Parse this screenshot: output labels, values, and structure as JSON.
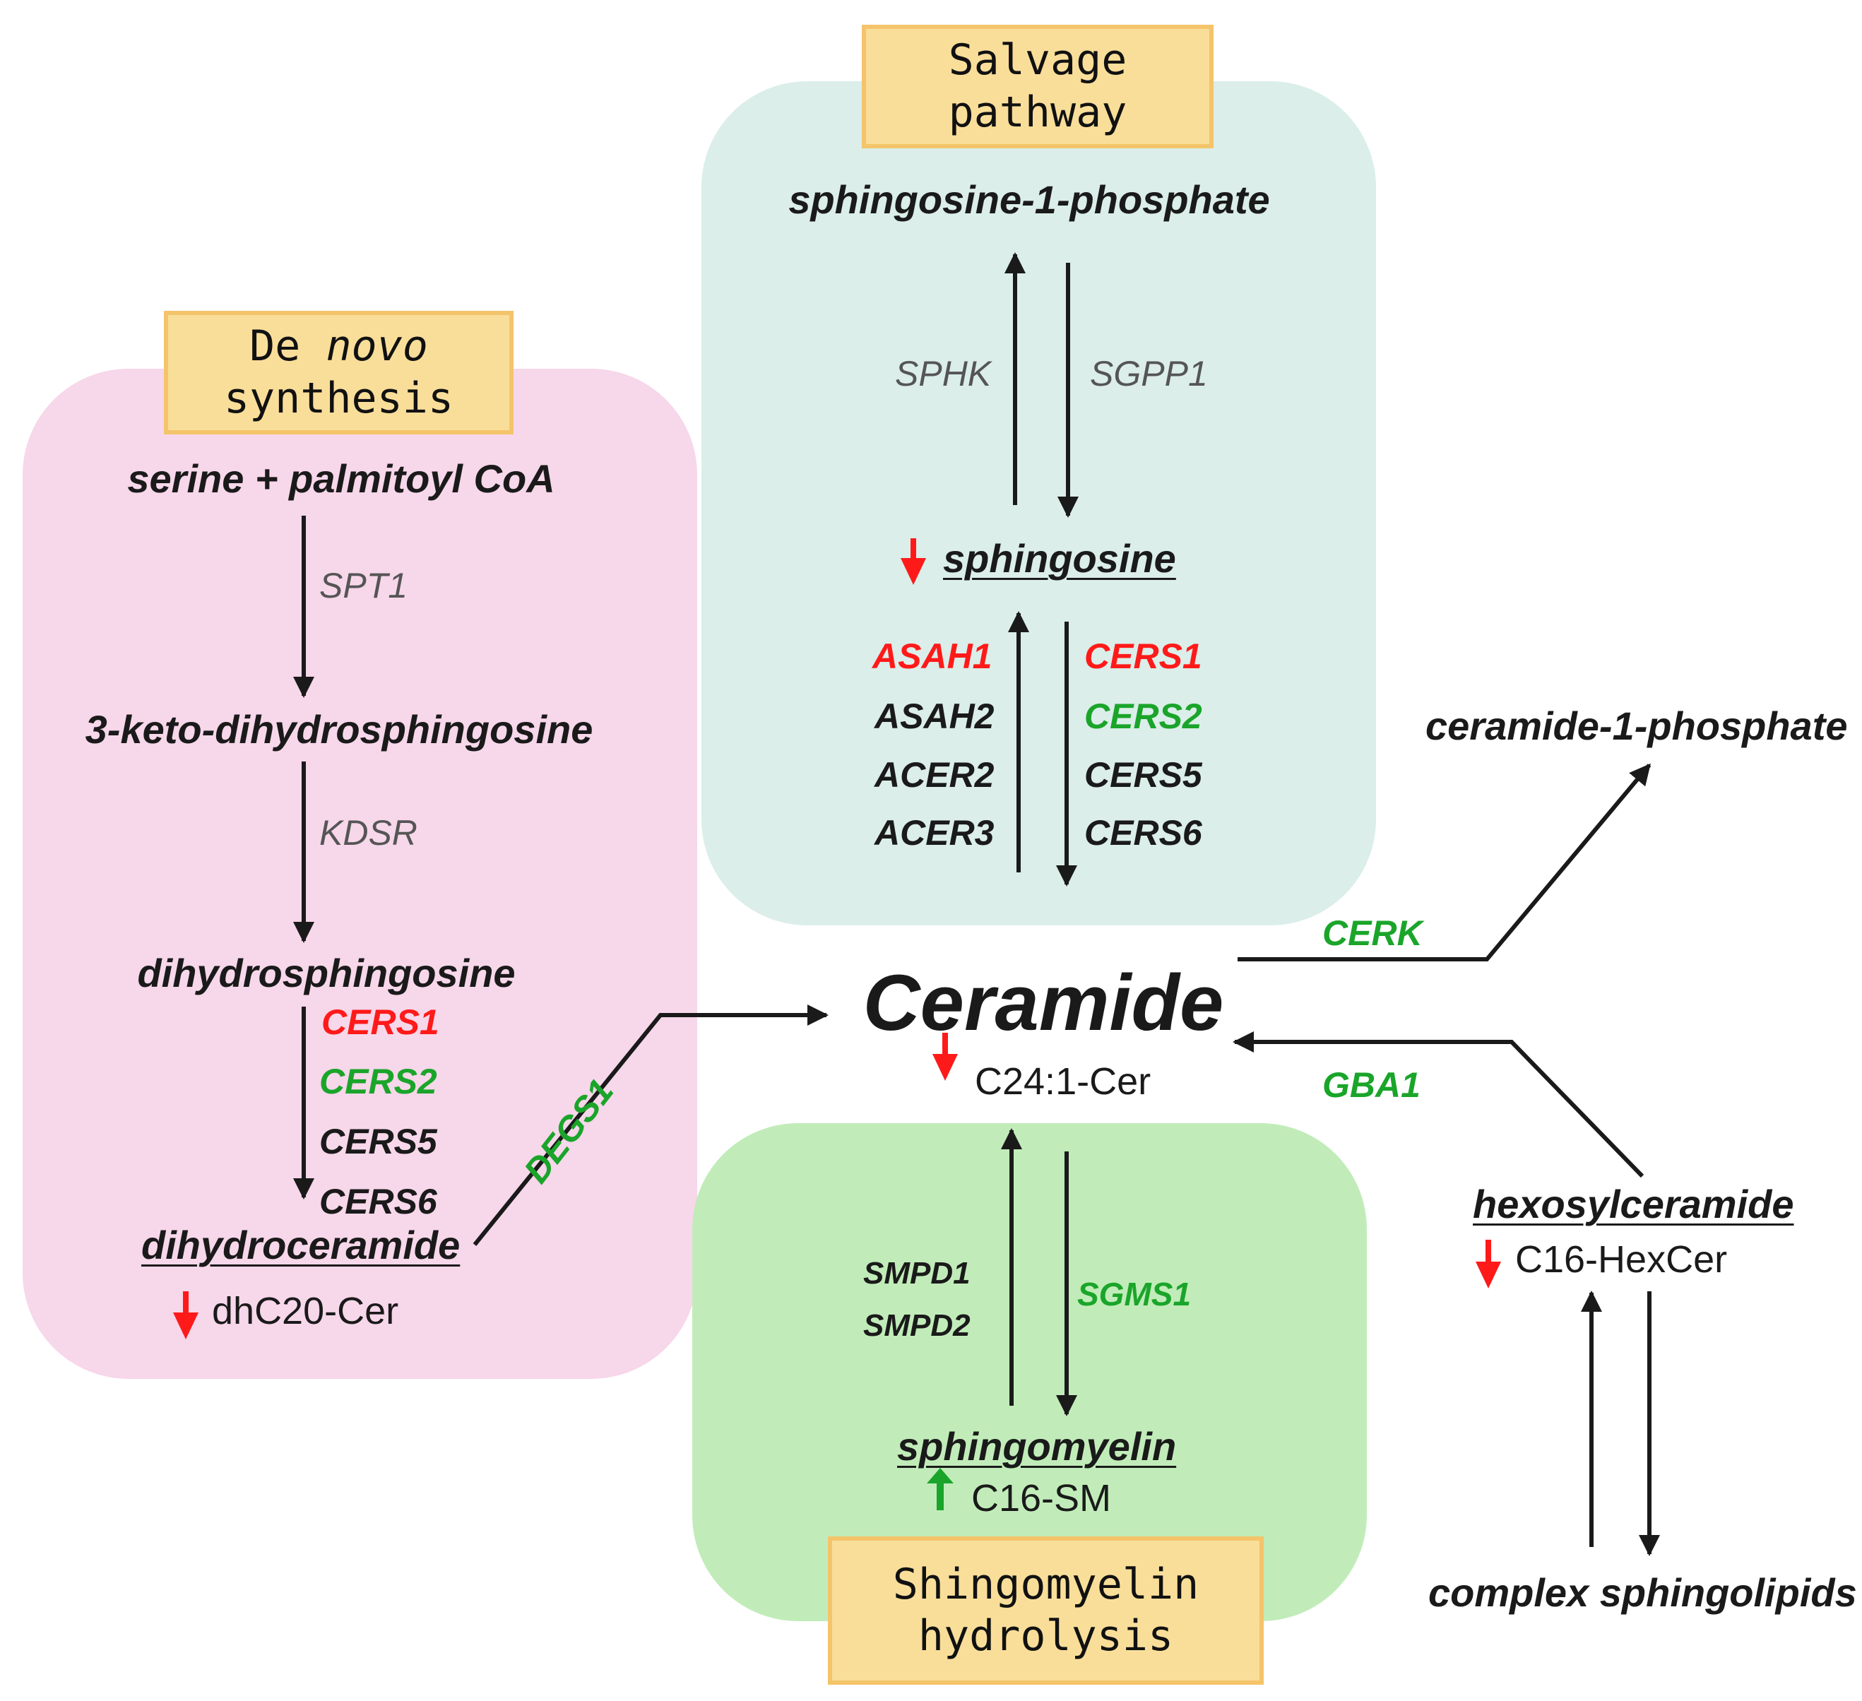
{
  "colors": {
    "de_novo_region": "#f7d7ea",
    "salvage_region": "#dbeee9",
    "sphingomyelin_region": "#c1ecb9",
    "label_box": "#f9de9a",
    "increase_green": "#1aa52a",
    "decrease_red": "#ff1a1a"
  },
  "labels": {
    "de_novo_line1_a": "De",
    "de_novo_line1_b": "novo",
    "de_novo_line2": "synthesis",
    "salvage_line1": "Salvage",
    "salvage_line2": "pathway",
    "hydrolysis_line1": "Shingomyelin",
    "hydrolysis_line2": "hydrolysis"
  },
  "metabolites": {
    "serine": "serine + palmitoyl CoA",
    "keto": "3-keto-dihydrosphingosine",
    "dihydrosphingosine": "dihydrosphingosine",
    "dihydroceramide": "dihydroceramide",
    "s1p": "sphingosine-1-phosphate",
    "sphingosine": "sphingosine",
    "ceramide": "Ceramide",
    "c1p": "ceramide-1-phosphate",
    "sphingomyelin": "sphingomyelin",
    "hexosylceramide": "hexosylceramide",
    "complex": "complex sphingolipids"
  },
  "lipid_species": {
    "dhc20": "dhC20-Cer",
    "c24": "C24:1-Cer",
    "c16sm": "C16-SM",
    "c16hex": "C16-HexCer"
  },
  "change_icons": {
    "down": "red-down-arrow-icon",
    "up": "green-up-arrow-icon"
  },
  "enzymes": {
    "spt1": "SPT1",
    "kdsr": "KDSR",
    "denovo_cers": [
      "CERS1",
      "CERS2",
      "CERS5",
      "CERS6"
    ],
    "degs1": "DEGS1",
    "sphk": "SPHK",
    "sgpp1": "SGPP1",
    "salvage_left": [
      "ASAH1",
      "ASAH2",
      "ACER2",
      "ACER3"
    ],
    "salvage_right": [
      "CERS1",
      "CERS2",
      "CERS5",
      "CERS6"
    ],
    "cerk": "CERK",
    "gba1": "GBA1",
    "smpd": [
      "SMPD1",
      "SMPD2"
    ],
    "sgms1": "SGMS1"
  }
}
